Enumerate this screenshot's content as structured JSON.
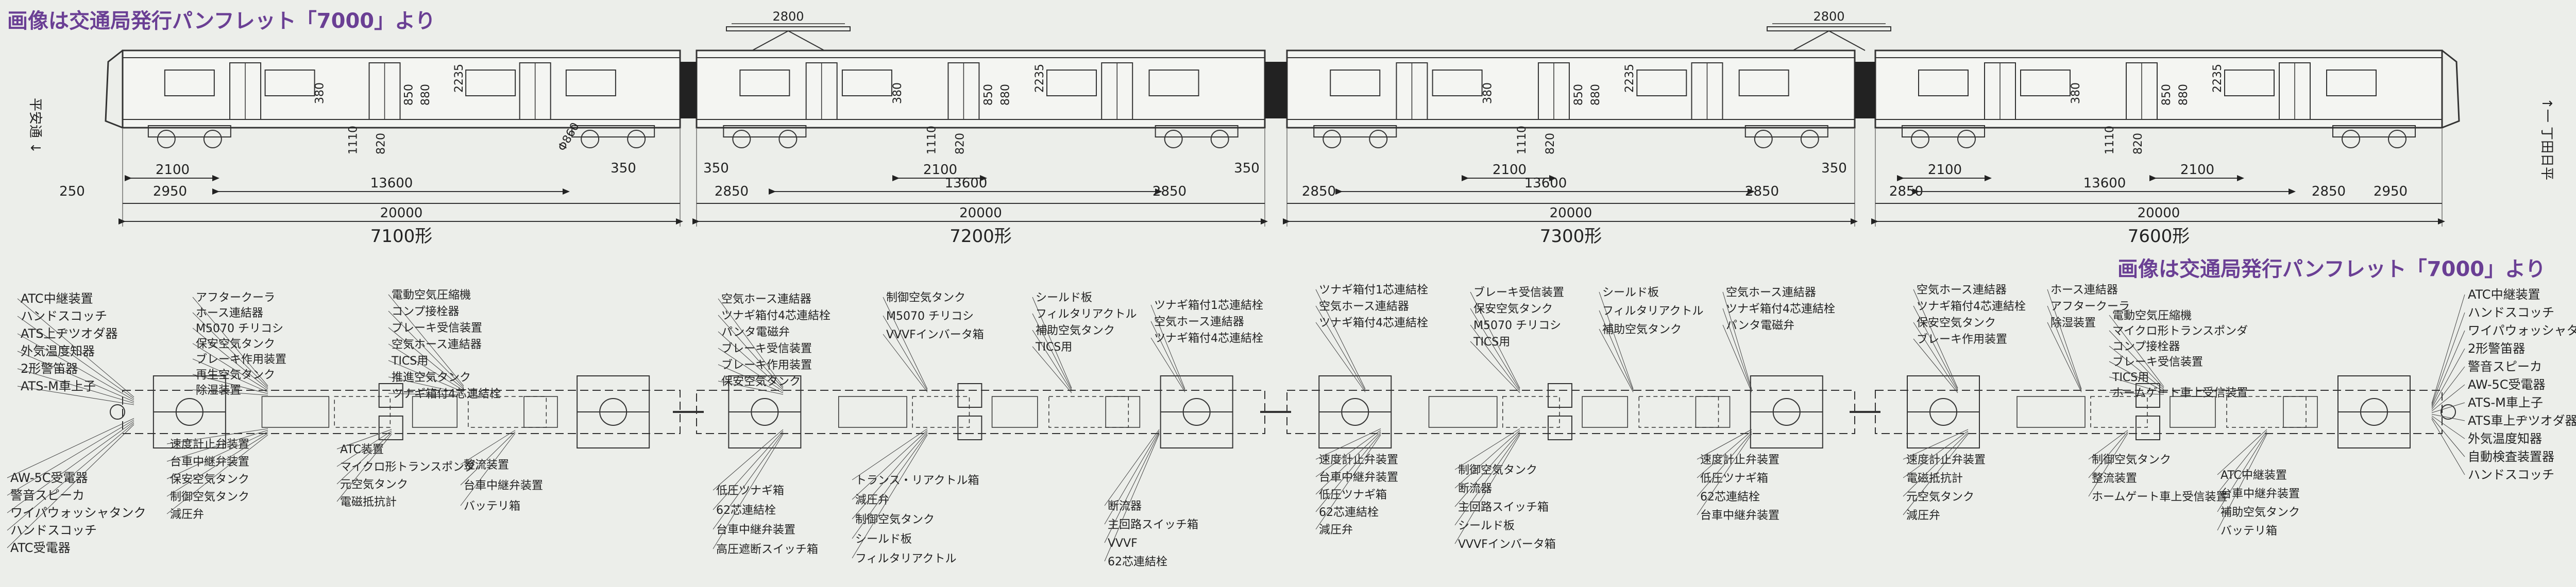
{
  "banner_text": "画像は交通局発行パンフレット「7000」より",
  "end_labels": {
    "left": "平安通  ↓",
    "right": "↑一 丁田日平"
  },
  "top_dims": {
    "d2800": "2800",
    "d2100": "2100",
    "d13600": "13600",
    "d2950": "2950",
    "d2850": "2850",
    "d350": "350",
    "d250": "250",
    "d20000": "20000",
    "d1110": "1110",
    "d820": "820",
    "d2235": "2235",
    "d380": "380",
    "d850": "850",
    "d880": "880",
    "d_wheel": "Φ860"
  },
  "car_types": [
    "7100形",
    "7200形",
    "7300形",
    "7600形"
  ],
  "equip_labels": {
    "car1_left": [
      "ATC中継装置",
      "ハンドスコッチ",
      "ATS上ヂツオダ器",
      "外気温度知器",
      "2形警笛器",
      "ATS-M車上子",
      "AW-5C受電器",
      "警音スピーカ",
      "ワイパウォッシャタンク",
      "ハンドスコッチ",
      "ATC受電器"
    ],
    "car1_top": [
      "アフタークーラ",
      "ホース連結器",
      "M5070 チリコシ",
      "保安空気タンク",
      "ブレーキ作用装置",
      "再生空気タンク",
      "除湿装置",
      "電動空気圧縮機",
      "コンプ接栓器",
      "ブレーキ受信装置",
      "空気ホース連結器",
      "TICS用",
      "推進空気タンク",
      "ツナギ箱付4芯連結栓"
    ],
    "car1_bottom": [
      "速度計止弁装置",
      "台車中継弁装置",
      "保安空気タンク",
      "制御空気タンク",
      "減圧弁",
      "ATC装置",
      "マイクロ形トランスポンダ",
      "元空気タンク",
      "電磁抵抗計",
      "整流装置",
      "台車中継弁装置",
      "バッテリ箱"
    ],
    "car2_top": [
      "空気ホース連結器",
      "ツナギ箱付4芯連結栓",
      "パンタ電磁弁",
      "ブレーキ受信装置",
      "ブレーキ作用装置",
      "保安空気タンク",
      "制御空気タンク",
      "M5070 チリコシ",
      "VVVFインバータ箱",
      "シールド板",
      "フィルタリアクトル",
      "補助空気タンク",
      "TICS用",
      "ツナギ箱付1芯連結栓",
      "空気ホース連結器",
      "ツナギ箱付4芯連結栓"
    ],
    "car2_bottom": [
      "低圧ツナギ箱",
      "62芯連結栓",
      "台車中継弁装置",
      "高圧遮断スイッチ箱",
      "トランス・リアクトル箱",
      "減圧弁",
      "制御空気タンク",
      "シールド板",
      "フィルタリアクトル",
      "断流器",
      "主回路スイッチ箱",
      "VVVF",
      "62芯連結栓"
    ],
    "car3_top": [
      "ツナギ箱付1芯連結栓",
      "空気ホース連結器",
      "ツナギ箱付4芯連結栓",
      "ブレーキ受信装置",
      "保安空気タンク",
      "M5070 チリコシ",
      "TICS用",
      "シールド板",
      "フィルタリアクトル",
      "補助空気タンク",
      "空気ホース連結器",
      "ツナギ箱付4芯連結栓",
      "パンタ電磁弁"
    ],
    "car3_bottom": [
      "速度計止弁装置",
      "台車中継弁装置",
      "低圧ツナギ箱",
      "62芯連結栓",
      "減圧弁",
      "制御空気タンク",
      "断流器",
      "主回路スイッチ箱",
      "シールド板",
      "VVVFインバータ箱",
      "速度計止弁装置",
      "低圧ツナギ箱",
      "62芯連結栓",
      "台車中継弁装置"
    ],
    "car4_top": [
      "空気ホース連結器",
      "ツナギ箱付4芯連結栓",
      "保安空気タンク",
      "ブレーキ作用装置",
      "ホース連結器",
      "アフタークーラ",
      "除湿装置",
      "電動空気圧縮機",
      "マイクロ形トランスポンダ",
      "コンプ接栓器",
      "ブレーキ受信装置",
      "TICS用",
      "ホームゲート車上受信装置"
    ],
    "car4_right": [
      "ATC中継装置",
      "ハンドスコッチ",
      "ワイパウォッシャタンク",
      "2形警笛器",
      "警音スピーカ",
      "AW-5C受電器",
      "ATS-M車上子",
      "ATS車上ヂツオダ器",
      "外気温度知器",
      "自動検査装置器",
      "ハンドスコッチ"
    ],
    "car4_bottom": [
      "速度計止弁装置",
      "電磁抵抗計",
      "元空気タンク",
      "減圧弁",
      "制御空気タンク",
      "整流装置",
      "ホームゲート車上受信装置",
      "ATC中継装置",
      "台車中継弁装置",
      "補助空気タンク",
      "バッテリ箱"
    ]
  }
}
